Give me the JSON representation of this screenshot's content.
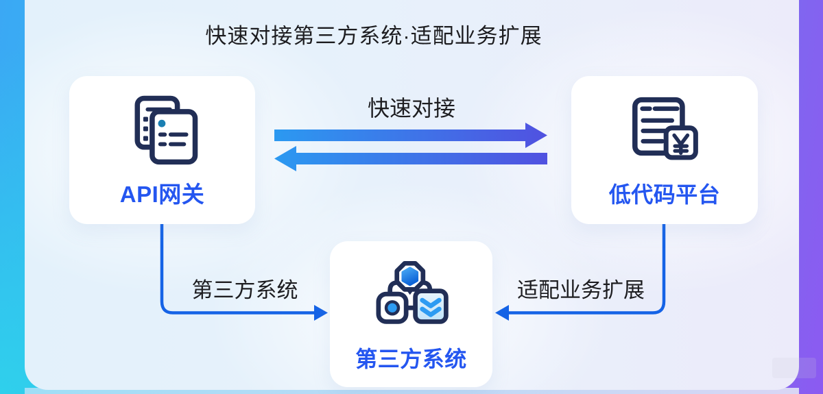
{
  "title": "快速对接第三方系统·适配业务扩展",
  "diagram": {
    "nodes": [
      {
        "id": "api-gateway",
        "label": "API网关",
        "icon": "documents-icon"
      },
      {
        "id": "low-code-platform",
        "label": "低代码平台",
        "icon": "browser-yuan-icon"
      },
      {
        "id": "third-party-system",
        "label": "第三方系统",
        "icon": "connected-modules-icon"
      }
    ],
    "edges": [
      {
        "from": "api-gateway",
        "to": "low-code-platform",
        "label": "快速对接",
        "style": "double-gradient-arrow"
      },
      {
        "from": "api-gateway",
        "to": "third-party-system",
        "label": "第三方系统",
        "style": "blue-elbow-arrow"
      },
      {
        "from": "low-code-platform",
        "to": "third-party-system",
        "label": "适配业务扩展",
        "style": "blue-elbow-arrow"
      }
    ]
  },
  "colors": {
    "background_left": "#3ba8f4",
    "background_right": "#8c5af1",
    "panel_left": "#e3f1fb",
    "panel_right": "#ecebfa",
    "title_text": "#1d1d20",
    "node_label": "#2456f0",
    "connector_blue": "#1563e6",
    "arrow_gradient_start": "#2b9af1",
    "arrow_gradient_end": "#5150e0",
    "icon_stroke": "#212e56",
    "icon_teal_dot": "#1a7fb2",
    "icon_accent_blue": "#2d9bf2",
    "hexagon_gradient": [
      "#4aabf5",
      "#0d64d8"
    ]
  }
}
